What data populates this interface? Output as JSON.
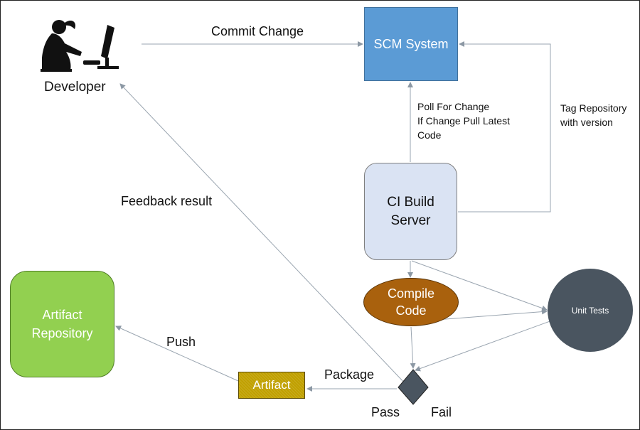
{
  "nodes": {
    "developer": "Developer",
    "scm": "SCM System",
    "ci_line1": "CI Build",
    "ci_line2": "Server",
    "compile_line1": "Compile",
    "compile_line2": "Code",
    "unit_tests": "Unit Tests",
    "repo_line1": "Artifact",
    "repo_line2": "Repository",
    "artifact": "Artifact"
  },
  "edges": {
    "commit": "Commit Change",
    "poll_line1": "Poll For Change",
    "poll_line2": "If Change Pull Latest",
    "poll_line3": "Code",
    "tag_line1": "Tag Repository",
    "tag_line2": "with version",
    "feedback": "Feedback result",
    "push": "Push",
    "package": "Package",
    "pass": "Pass",
    "fail": "Fail"
  },
  "icons": {
    "developer": "developer-at-computer-icon",
    "decision": "decision-diamond-icon"
  },
  "colors": {
    "scm": "#5b9bd5",
    "ci_server": "#dae3f3",
    "compile": "#a9610d",
    "unit_tests": "#4a5560",
    "artifact_repository": "#92d050",
    "artifact": "#c0a000",
    "decision": "#4a5560"
  }
}
